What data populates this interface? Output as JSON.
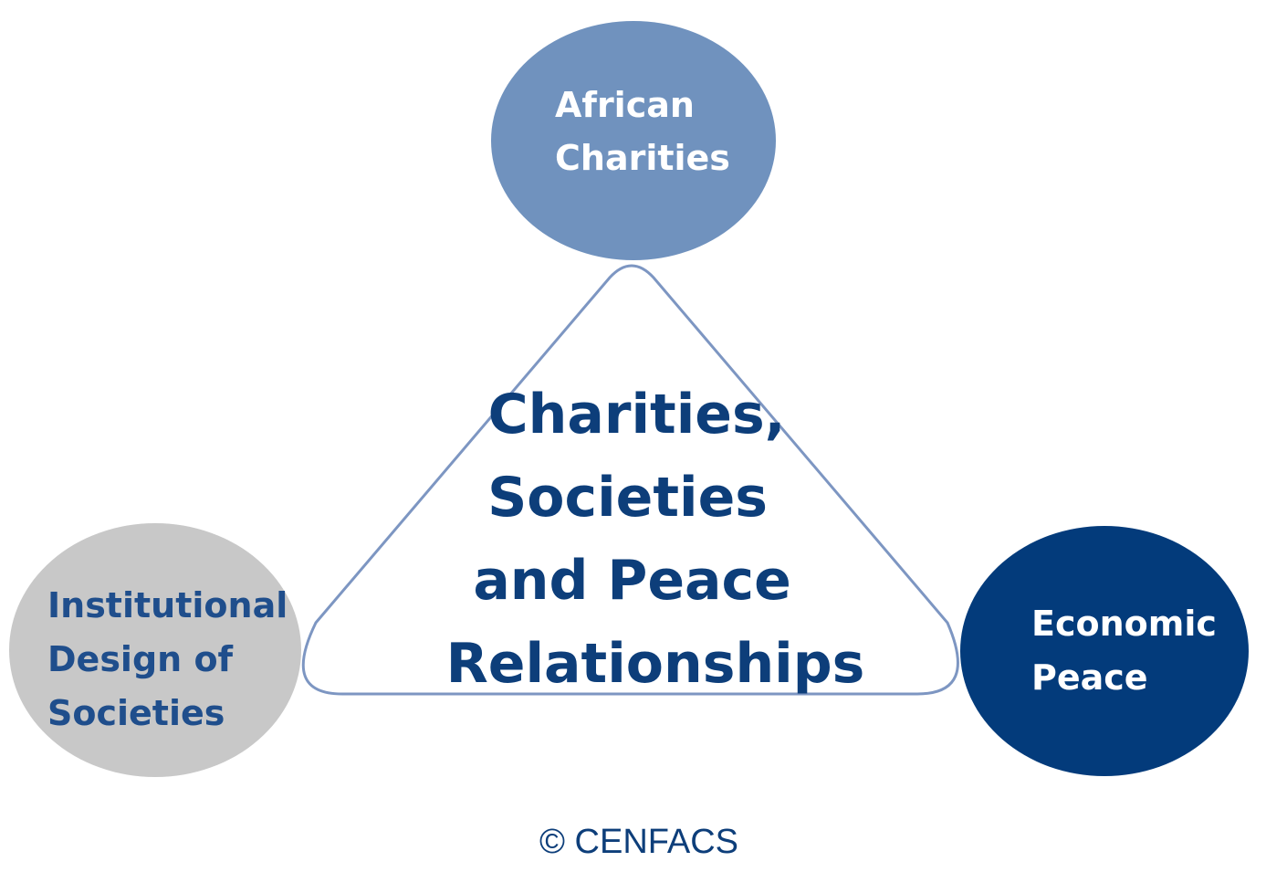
{
  "nodes": {
    "top": {
      "lines": [
        "African",
        "Charities"
      ],
      "fill": "#7092be"
    },
    "left": {
      "lines": [
        "Institutional",
        "Design of",
        "Societies"
      ],
      "fill": "#c8c8c8"
    },
    "right": {
      "lines": [
        "Economic",
        "Peace"
      ],
      "fill": "#033b7b"
    }
  },
  "center": {
    "lines": [
      "Charities,",
      "Societies",
      "and Peace",
      "Relationships"
    ],
    "text_color": "#0d3e7a",
    "outline_color": "#7d96c2"
  },
  "footer": {
    "copyright": "© CENFACS"
  }
}
